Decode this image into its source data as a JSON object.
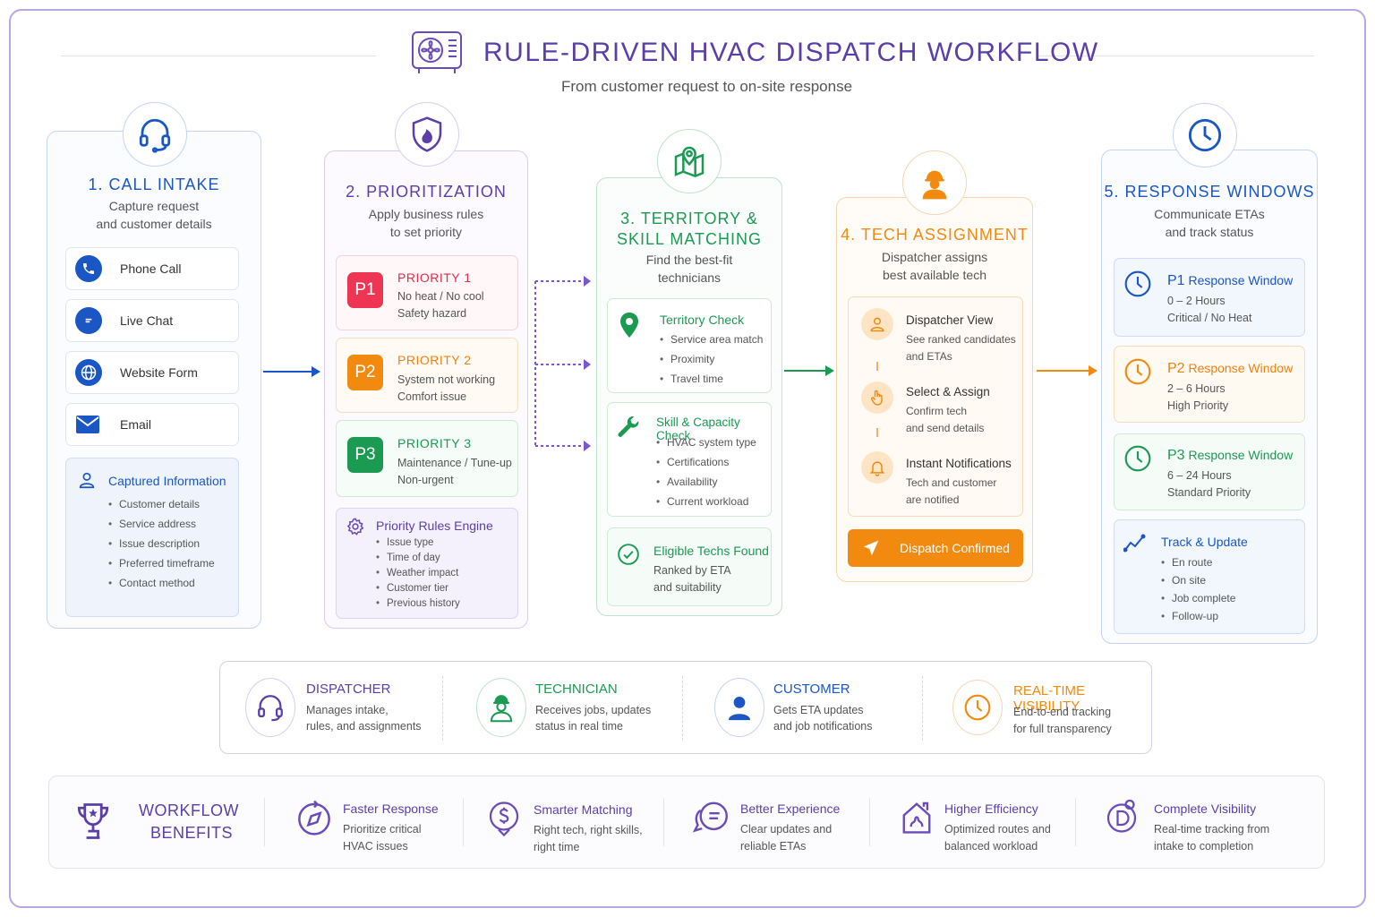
{
  "header": {
    "title": "RULE-DRIVEN HVAC DISPATCH WORKFLOW",
    "subtitle": "From customer request to on-site response"
  },
  "colors": {
    "purple": "#5b3ea8",
    "blue": "#1a56c4",
    "green": "#1b9a52",
    "orange": "#f28a10",
    "red": "#ee3553"
  },
  "stage1": {
    "title": "1. CALL INTAKE",
    "desc1": "Capture request",
    "desc2": "and customer details",
    "channels": [
      {
        "label": "Phone Call"
      },
      {
        "label": "Live Chat"
      },
      {
        "label": "Website Form"
      },
      {
        "label": "Email"
      }
    ],
    "captured": {
      "title": "Captured Information",
      "items": [
        "Customer details",
        "Service address",
        "Issue description",
        "Preferred timeframe",
        "Contact method"
      ]
    }
  },
  "stage2": {
    "title": "2. PRIORITIZATION",
    "desc1": "Apply business rules",
    "desc2": "to set priority",
    "priorities": [
      {
        "badge": "P1",
        "title": "PRIORITY 1",
        "l1": "No heat / No cool",
        "l2": "Safety hazard"
      },
      {
        "badge": "P2",
        "title": "PRIORITY 2",
        "l1": "System not working",
        "l2": "Comfort issue"
      },
      {
        "badge": "P3",
        "title": "PRIORITY 3",
        "l1": "Maintenance / Tune-up",
        "l2": "Non-urgent"
      }
    ],
    "engine": {
      "title": "Priority Rules Engine",
      "items": [
        "Issue type",
        "Time of day",
        "Weather impact",
        "Customer tier",
        "Previous history"
      ]
    }
  },
  "stage3": {
    "title1": "3. TERRITORY &",
    "title2": "SKILL MATCHING",
    "desc1": "Find the best-fit",
    "desc2": "technicians",
    "territory": {
      "title": "Territory Check",
      "items": [
        "Service area match",
        "Proximity",
        "Travel time"
      ]
    },
    "skill": {
      "title": "Skill & Capacity Check",
      "items": [
        "HVAC system type",
        "Certifications",
        "Availability",
        "Current workload"
      ]
    },
    "eligible": {
      "title": "Eligible Techs Found",
      "l1": "Ranked by ETA",
      "l2": "and suitability"
    }
  },
  "stage4": {
    "title": "4. TECH ASSIGNMENT",
    "desc1": "Dispatcher assigns",
    "desc2": "best available tech",
    "steps": [
      {
        "title": "Dispatcher View",
        "l1": "See ranked candidates",
        "l2": "and ETAs"
      },
      {
        "title": "Select & Assign",
        "l1": "Confirm tech",
        "l2": "and send details"
      },
      {
        "title": "Instant Notifications",
        "l1": "Tech and customer",
        "l2": "are notified"
      }
    ],
    "confirm": "Dispatch Confirmed"
  },
  "stage5": {
    "title": "5. RESPONSE WINDOWS",
    "desc1": "Communicate ETAs",
    "desc2": "and track status",
    "windows": [
      {
        "p": "P1",
        "title": " Response Window",
        "l1": "0 – 2 Hours",
        "l2": "Critical / No Heat"
      },
      {
        "p": "P2",
        "title": " Response Window",
        "l1": "2 – 6 Hours",
        "l2": "High Priority"
      },
      {
        "p": "P3",
        "title": " Response Window",
        "l1": "6 – 24 Hours",
        "l2": "Standard Priority"
      }
    ],
    "track": {
      "title": "Track & Update",
      "items": [
        "En route",
        "On site",
        "Job complete",
        "Follow-up"
      ]
    }
  },
  "roles": [
    {
      "title": "DISPATCHER",
      "l1": "Manages intake,",
      "l2": "rules, and assignments"
    },
    {
      "title": "TECHNICIAN",
      "l1": "Receives jobs, updates",
      "l2": "status in real time"
    },
    {
      "title": "CUSTOMER",
      "l1": "Gets ETA updates",
      "l2": "and job notifications"
    },
    {
      "title": "REAL-TIME VISIBILITY",
      "l1": "End-to-end tracking",
      "l2": "for full transparency"
    }
  ],
  "benefits": {
    "title1": "WORKFLOW",
    "title2": "BENEFITS",
    "items": [
      {
        "title": "Faster Response",
        "l1": "Prioritize critical",
        "l2": "HVAC issues"
      },
      {
        "title": "Smarter Matching",
        "l1": "Right tech, right skills,",
        "l2": "right time"
      },
      {
        "title": "Better Experience",
        "l1": "Clear updates and",
        "l2": "reliable ETAs"
      },
      {
        "title": "Higher Efficiency",
        "l1": "Optimized routes and",
        "l2": "balanced workload"
      },
      {
        "title": "Complete Visibility",
        "l1": "Real-time tracking from",
        "l2": "intake to completion"
      }
    ]
  }
}
